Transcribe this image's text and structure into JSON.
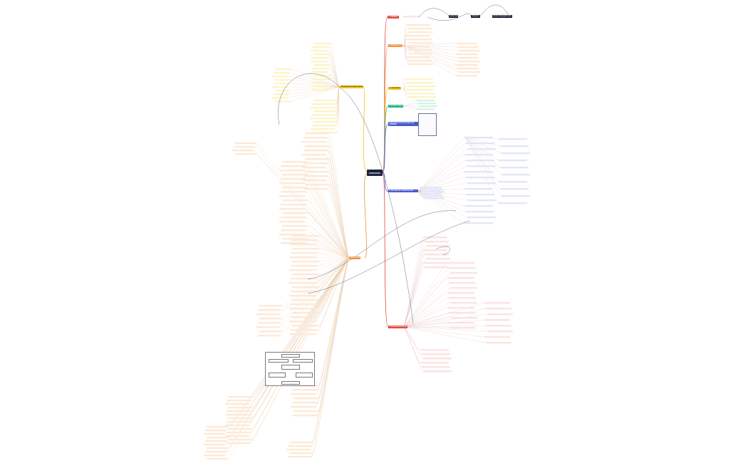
{
  "center": {
    "label": "CEREBRIA"
  },
  "topics": [
    {
      "id": "t1",
      "label": "1. CEREBRO",
      "style": "red"
    },
    {
      "id": "t2",
      "label": "2. DESARROLLO",
      "style": "orange"
    },
    {
      "id": "t3",
      "label": "3. FUNCIONES",
      "style": "yellow"
    },
    {
      "id": "t4",
      "label": "4. ESTRUCTURAS",
      "style": "green"
    },
    {
      "id": "t5",
      "label": "ORGANIZACIÓN FUNCIONAL DEL CEREBRO",
      "style": "blue"
    },
    {
      "id": "t6",
      "label": "4. SISTEMA DE COMUNICACIÓN",
      "style": "blue"
    },
    {
      "id": "t7",
      "label": "ORGANIZACIÓN ANATÓMICA",
      "style": "yellow"
    },
    {
      "id": "t8",
      "label": "PATOLOGÍAS",
      "style": "orange"
    },
    {
      "id": "t9",
      "label": "5. NEUROPLASTICIDAD",
      "style": "red"
    },
    {
      "id": "t10",
      "label": "NEURONA",
      "style": "dark"
    },
    {
      "id": "t11",
      "label": "SINAPSIS",
      "style": "dark"
    },
    {
      "id": "t12",
      "label": "NEUROTRANSMISORES",
      "style": "dark"
    }
  ],
  "colors": {
    "red": "#e0463b",
    "orange": "#f0913a",
    "yellow": "#f2c51c",
    "green": "#1eaf7e",
    "blue": "#4a5ccf",
    "dark": "#1c2340",
    "leaf_red": "#fbe3e1",
    "leaf_orange": "#fde9d6",
    "leaf_yellow": "#fdf4c8",
    "leaf_green": "#d6f3e7",
    "leaf_blue": "#e3e6f8",
    "line_dark": "#2a3050"
  }
}
